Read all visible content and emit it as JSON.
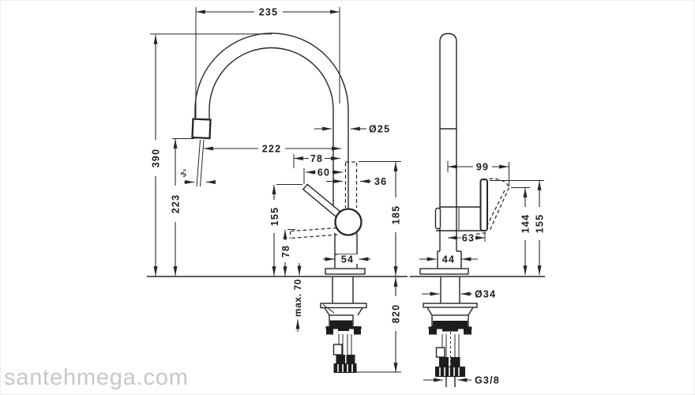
{
  "watermark": {
    "text": "santehmega.com",
    "color": "#c7c7c7"
  },
  "colors": {
    "background": "#ffffff",
    "line": "#262626",
    "text": "#1c1c1c"
  },
  "front_view": {
    "name": "faucet front view",
    "dims": {
      "spout_width": "235",
      "total_height": "390",
      "spout_reach": "222",
      "outlet_height": "223",
      "handle_offset_top": "78",
      "handle_offset_mid": "60",
      "spout_diameter": "Ø25",
      "handle_clearance": "36",
      "body_height": "185",
      "handle_height": "155",
      "handle_low_height": "78",
      "base_width": "54",
      "max_counter_thickness": "max. 70",
      "hose_length": "820",
      "stream_angle": "3°"
    }
  },
  "side_view": {
    "name": "faucet side view",
    "dims": {
      "handle_reach": "99",
      "body_depth": "63",
      "handle_tip_height": "144",
      "handle_top_height": "155",
      "base_depth": "44",
      "shank_diameter": "Ø34",
      "connection_thread": "G3/8"
    }
  }
}
